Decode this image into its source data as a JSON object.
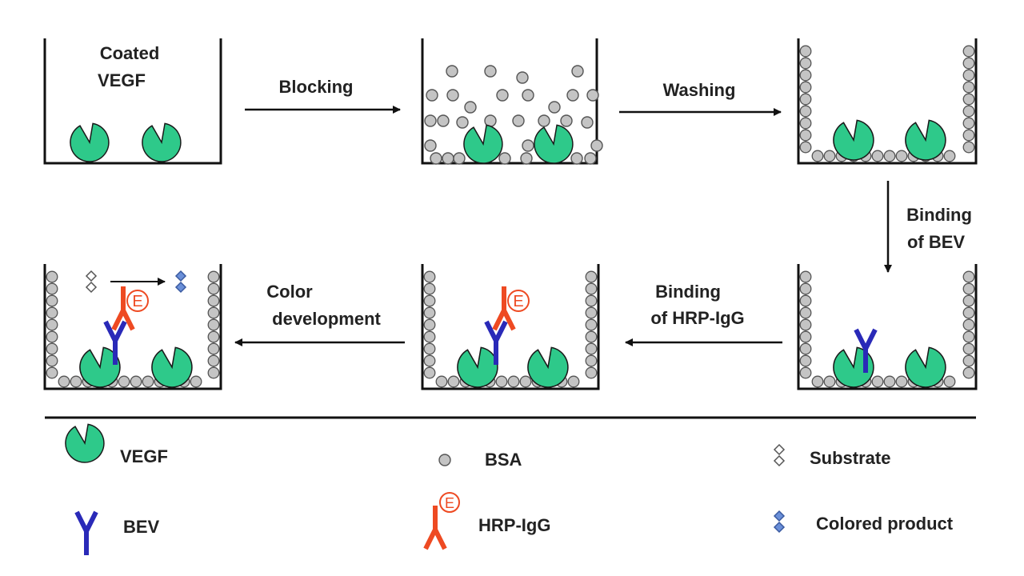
{
  "steps": {
    "coated": {
      "line1": "Coated",
      "line2": "VEGF"
    },
    "blocking": "Blocking",
    "washing": "Washing",
    "binding_bev": {
      "line1": "Binding",
      "line2": "of BEV"
    },
    "binding_hrp": {
      "line1": "Binding",
      "line2": "of HRP-IgG"
    },
    "color_dev": {
      "line1": "Color",
      "line2": "development"
    }
  },
  "enzyme_letter": "E",
  "legend": {
    "vegf": "VEGF",
    "bsa": "BSA",
    "substrate": "Substrate",
    "bev": "BEV",
    "hrp_igg": "HRP-IgG",
    "colored_product": "Colored product"
  },
  "colors": {
    "vegf": "#2ec98a",
    "bsa": "#c4c4c4",
    "bev": "#2a2ab8",
    "hrp": "#ee4a22",
    "product": "#6a8fd8",
    "outline": "#222222"
  },
  "icons": {
    "vegf": "pac-man-icon",
    "bsa": "circle-icon",
    "bev": "y-antibody-icon",
    "hrp_igg": "y-antibody-with-enzyme-icon",
    "substrate": "double-diamond-outline-icon",
    "colored_product": "double-diamond-filled-icon"
  }
}
